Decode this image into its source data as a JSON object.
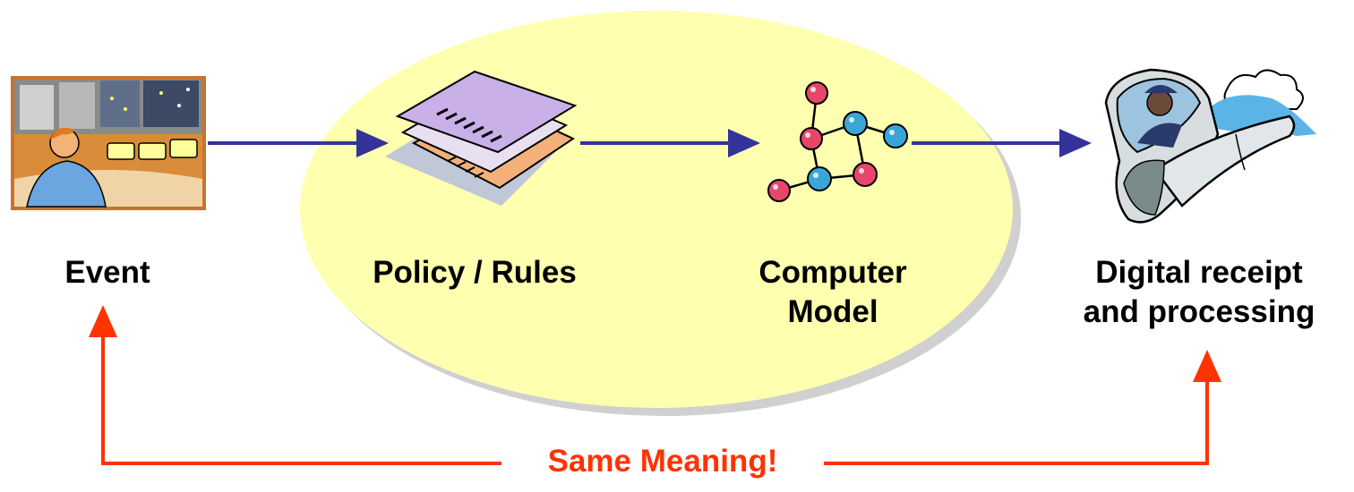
{
  "nodes": [
    {
      "id": "event",
      "icon": "control-room-operator-icon",
      "label_lines": [
        "Event"
      ]
    },
    {
      "id": "policy",
      "icon": "stacked-documents-icon",
      "label_lines": [
        "Policy / Rules"
      ]
    },
    {
      "id": "model",
      "icon": "molecule-network-icon",
      "label_lines": [
        "Computer",
        "Model"
      ]
    },
    {
      "id": "receipt",
      "icon": "pilot-airplane-icon",
      "label_lines": [
        "Digital receipt",
        "and processing"
      ]
    }
  ],
  "feedback": {
    "label": "Same Meaning!"
  },
  "colors": {
    "flow_arrow": "#333399",
    "feedback_arrow": "#ff3300",
    "ellipse_fill": "#ffffb0",
    "ellipse_shadow": "#d0d0d0"
  }
}
